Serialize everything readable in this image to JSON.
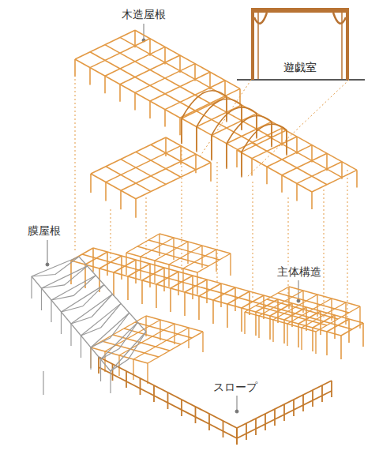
{
  "diagram": {
    "nodes": [
      {
        "text": [
          "遊戯室"
        ]
      }
    ],
    "labels": [
      "木造屋根",
      "膜屋根",
      "主体構造",
      "スロープ"
    ]
  }
}
